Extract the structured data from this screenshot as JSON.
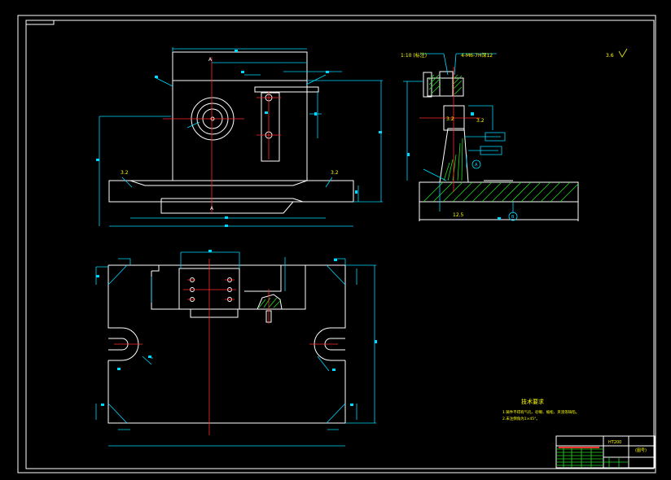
{
  "drawing": {
    "section_label_a": "A",
    "section_label_a2": "A",
    "roughness_main": "3.2",
    "roughness_right": "3.2",
    "roughness_corner": "3.6",
    "callout_top_1": "1:10 (标注)",
    "callout_top_2": "4-M6-7H深12",
    "callout_ra": "3.2",
    "callout_ra2": "3.2",
    "dim_bottom": "12.5",
    "datum_a": "A",
    "datum_b": "B"
  },
  "notes": {
    "title": "技术要求",
    "line1": "1.铸件不得有气孔、砂眼、缩松、夹渣等缺陷。",
    "line2": "2.未注倒角为1×45°。"
  },
  "title_block": {
    "center_label": "HT200",
    "right_label": "(图号)"
  },
  "colors": {
    "border": "#ffffff",
    "dimension": "#00d8ff",
    "centerline": "#ff2a2a",
    "hatch": "#22dd22",
    "text": "#ffff00"
  }
}
